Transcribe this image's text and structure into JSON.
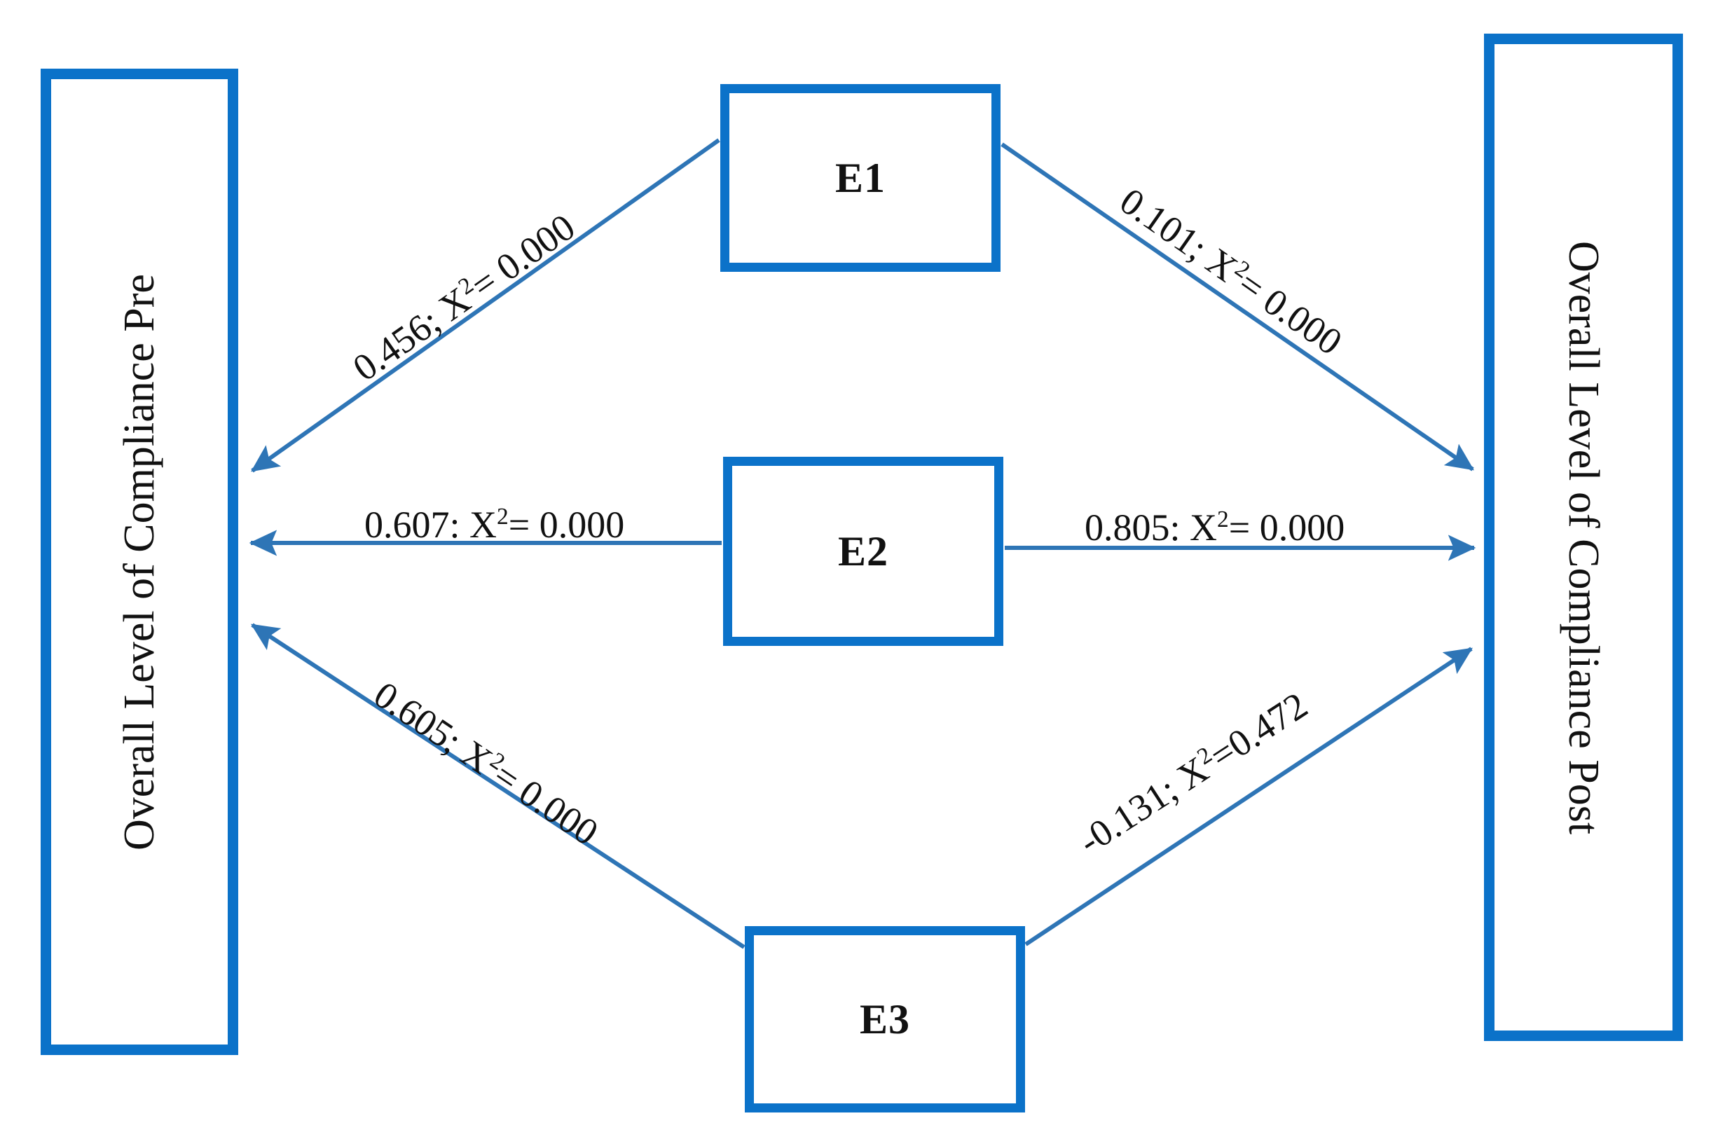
{
  "diagram": {
    "type": "path-diagram",
    "title": "",
    "colors": {
      "box_border": "#0B72C9",
      "arrow": "#2E75B6",
      "text": "#111111",
      "background": "#FFFFFF"
    },
    "nodes": [
      {
        "id": "pre",
        "label": "Overall Level of Compliance Pre",
        "orientation": "vertical-ccw",
        "position": "left"
      },
      {
        "id": "post",
        "label": "Overall Level of Compliance Post",
        "orientation": "vertical-cw",
        "position": "right"
      },
      {
        "id": "e1",
        "label": "E1",
        "orientation": "horizontal",
        "position": "center-top"
      },
      {
        "id": "e2",
        "label": "E2",
        "orientation": "horizontal",
        "position": "center-middle"
      },
      {
        "id": "e3",
        "label": "E3",
        "orientation": "horizontal",
        "position": "center-bottom"
      }
    ],
    "edges": [
      {
        "id": "e1-pre",
        "from": "e1",
        "to": "pre",
        "coefficient": "0.456",
        "chi_label": "X",
        "chi_exp": "2",
        "chi_value": "0.000",
        "separator": ";",
        "label": "0.456; X²= 0.000"
      },
      {
        "id": "e1-post",
        "from": "e1",
        "to": "post",
        "coefficient": "0.101",
        "chi_label": "X",
        "chi_exp": "2",
        "chi_value": "0.000",
        "separator": ";",
        "label": "0.101; X²= 0.000"
      },
      {
        "id": "e2-pre",
        "from": "e2",
        "to": "pre",
        "coefficient": "0.607",
        "chi_label": "X",
        "chi_exp": "2",
        "chi_value": "0.000",
        "separator": ":",
        "label": "0.607: X²= 0.000"
      },
      {
        "id": "e2-post",
        "from": "e2",
        "to": "post",
        "coefficient": "0.805",
        "chi_label": "X",
        "chi_exp": "2",
        "chi_value": "0.000",
        "separator": ":",
        "label": "0.805: X²= 0.000"
      },
      {
        "id": "e3-pre",
        "from": "e3",
        "to": "pre",
        "coefficient": "0.605",
        "chi_label": "X",
        "chi_exp": "2",
        "chi_value": "0.000",
        "separator": ";",
        "label": "0.605; X²= 0.000"
      },
      {
        "id": "e3-post",
        "from": "e3",
        "to": "post",
        "coefficient": "-0.131",
        "chi_label": "X",
        "chi_exp": "2",
        "chi_value": "0.472",
        "separator": ";",
        "label": "-0.131; X²=0.472"
      }
    ],
    "edge_label_parts": {
      "e1_pre_pre": "0.456; X",
      "e1_pre_post": "= 0.000",
      "e1_post_pre": "0.101; X",
      "e1_post_post": "= 0.000",
      "e2_pre_pre": "0.607: X",
      "e2_pre_post": "= 0.000",
      "e2_post_pre": "0.805: X",
      "e2_post_post": "= 0.000",
      "e3_pre_pre": "0.605; X",
      "e3_pre_post": "= 0.000",
      "e3_post_pre": "-0.131; X",
      "e3_post_post": "=0.472",
      "exp": "2"
    }
  }
}
